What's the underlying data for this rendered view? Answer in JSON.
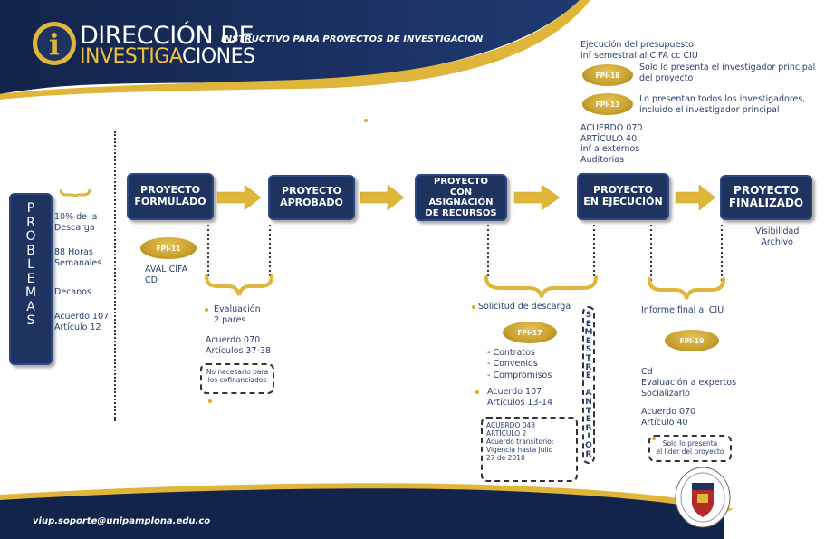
{
  "header": {
    "title_line1": "DIRECCIÓN DE",
    "title_line2_highlight": "INVESTIGA",
    "title_line2_rest": "CIONES",
    "subtitle": "INSTRUCTIVO PARA PROYECTOS DE INVESTIGACIÓN"
  },
  "footer": {
    "email": "viup.soporte@unipamplona.edu.co"
  },
  "problems": {
    "letters": [
      "P",
      "R",
      "O",
      "B",
      "L",
      "E",
      "M",
      "A",
      "S"
    ],
    "items": [
      {
        "l1": "10% de la",
        "l2": "Descarga"
      },
      {
        "l1": "88 Horas",
        "l2": "Semanales"
      },
      {
        "l1": "Decanos",
        "l2": ""
      },
      {
        "l1": "Acuerdo 107",
        "l2": "Artículo 12"
      }
    ]
  },
  "stages": [
    {
      "l1": "PROYECTO",
      "l2": "FORMULADO",
      "l3": ""
    },
    {
      "l1": "PROYECTO",
      "l2": "APROBADO",
      "l3": ""
    },
    {
      "l1": "PROYECTO",
      "l2": "CON ASIGNACIÓN",
      "l3": "DE RECURSOS"
    },
    {
      "l1": "PROYECTO",
      "l2": "EN EJECUCIÓN",
      "l3": ""
    },
    {
      "l1": "PROYECTO",
      "l2": "FINALIZADO",
      "l3": ""
    }
  ],
  "formulado": {
    "pill": "FPI-11",
    "aval1": "AVAL CIFA",
    "aval2": "CD",
    "eval1": "Evaluación",
    "eval2": "2 pares",
    "acuerdo1": "Acuerdo 070",
    "acuerdo2": "Artículos 37-38",
    "note1": "No necesario para",
    "note2": "los cofinanciados"
  },
  "recursos": {
    "solicitud": "Solicitud de descarga",
    "pill": "FPI-17",
    "items": [
      "- Contratos",
      "- Convenios",
      "- Compromisos"
    ],
    "acuerdo1": "Acuerdo 107",
    "acuerdo2": "Artículos 13-14",
    "box_lines": [
      "ACUERDO 048",
      "ARTÍCULO 2",
      "Acuerdo transitorio:",
      "Vigencia hasta Julio",
      "27 de 2010"
    ],
    "semestre_letters": [
      "S",
      "E",
      "M",
      "E",
      "S",
      "T",
      "R",
      "E",
      "",
      "A",
      "N",
      "T",
      "E",
      "R",
      "I",
      "O",
      "R"
    ]
  },
  "ejecucion": {
    "top1": "Ejecución del presupuesto",
    "top2": "inf semestral al CIFA cc CIU",
    "pill_a": "FPI-18",
    "pill_a_t1": "Solo lo presenta el investigador principal",
    "pill_a_t2": "del proyecto",
    "pill_b": "FPI-13",
    "pill_b_t1": "Lo presentan todos los investigadores,",
    "pill_b_t2": "incluido el investigador principal",
    "ac1": "ACUERDO 070",
    "ac2": "ARTÍCULO 40",
    "ac3": "inf a externos",
    "ac4": "Auditorias",
    "informe": "Informe final al CIU",
    "pill_c": "FPI-19",
    "c1": "Cd",
    "c2": "Evaluación a expertos",
    "c3": "Socializarlo",
    "c4": "Acuerdo 070",
    "c5": "Artículo 40",
    "note1": "Solo lo presenta",
    "note2": "el líder del proyecto"
  },
  "finalizado": {
    "t1": "Visibilidad",
    "t2": "Archivo"
  },
  "colors": {
    "navy": "#1f3360",
    "gold": "#e0b63a",
    "text": "#2a3f6e"
  }
}
